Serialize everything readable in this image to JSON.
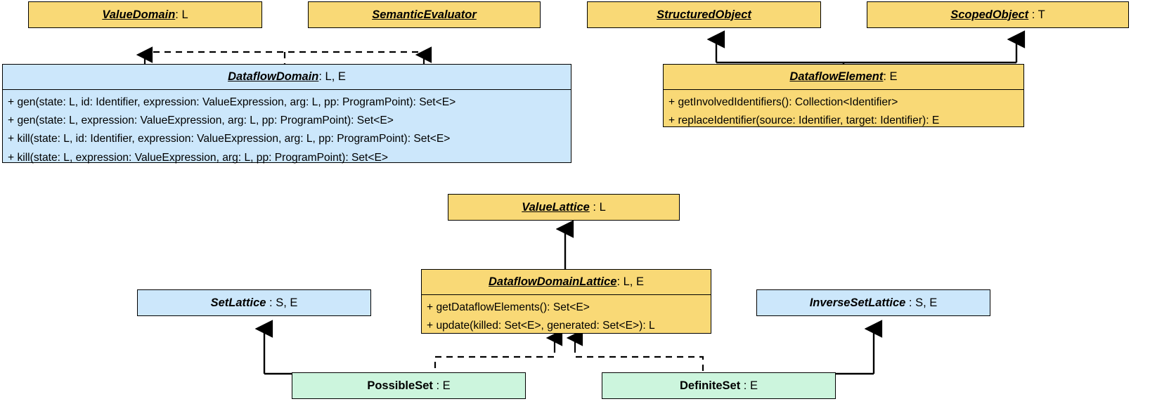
{
  "diagram": {
    "title": "Dataflow analysis UML class diagram",
    "colors": {
      "interface_fill": "#F9D976",
      "abstract_fill": "#CCE7FB",
      "concrete_fill": "#CCF5DD",
      "border": "#000000",
      "background": "#FFFFFF"
    }
  },
  "classes": {
    "value_domain": {
      "name": "ValueDomain",
      "separator": ": ",
      "generics": "L",
      "members": []
    },
    "semantic_evaluator": {
      "name": "SemanticEvaluator",
      "separator": "",
      "generics": "",
      "members": []
    },
    "dataflow_domain": {
      "name": "DataflowDomain",
      "separator": ": ",
      "generics": "L, E",
      "members": [
        "+ gen(state: L, id: Identifier, expression: ValueExpression, arg: L, pp: ProgramPoint): Set<E>",
        "+ gen(state: L, expression: ValueExpression, arg: L, pp: ProgramPoint): Set<E>",
        "+ kill(state: L, id: Identifier, expression: ValueExpression, arg: L, pp: ProgramPoint): Set<E>",
        "+ kill(state: L, expression: ValueExpression, arg: L, pp: ProgramPoint): Set<E>"
      ]
    },
    "structured_object": {
      "name": "StructuredObject",
      "separator": "",
      "generics": "",
      "members": []
    },
    "scoped_object": {
      "name": "ScopedObject",
      "separator": " : ",
      "generics": "T",
      "members": []
    },
    "dataflow_element": {
      "name": "DataflowElement",
      "separator": ": ",
      "generics": "E",
      "members": [
        "+ getInvolvedIdentifiers(): Collection<Identifier>",
        "+ replaceIdentifier(source: Identifier, target: Identifier): E"
      ]
    },
    "value_lattice": {
      "name": "ValueLattice",
      "separator": " : ",
      "generics": "L",
      "members": []
    },
    "dataflow_domain_lattice": {
      "name": "DataflowDomainLattice",
      "separator": ": ",
      "generics": "L, E",
      "members": [
        "+ getDataflowElements(): Set<E>",
        "+ update(killed: Set<E>, generated: Set<E>): L"
      ]
    },
    "set_lattice": {
      "name": "SetLattice",
      "separator": " : ",
      "generics": "S, E",
      "members": []
    },
    "inverse_set_lattice": {
      "name": "InverseSetLattice",
      "separator": " : ",
      "generics": "S, E",
      "members": []
    },
    "possible_set": {
      "name": "PossibleSet",
      "separator": " : ",
      "generics": "E",
      "members": []
    },
    "definite_set": {
      "name": "DefiniteSet",
      "separator": " : ",
      "generics": "E",
      "members": []
    }
  },
  "relationships": [
    {
      "from": "dataflow_domain",
      "to": "value_domain",
      "style": "dashed",
      "arrow": "hollow-filled-triangle"
    },
    {
      "from": "dataflow_domain",
      "to": "semantic_evaluator",
      "style": "dashed",
      "arrow": "hollow-filled-triangle"
    },
    {
      "from": "dataflow_element",
      "to": "structured_object",
      "style": "solid",
      "arrow": "filled-triangle"
    },
    {
      "from": "dataflow_element",
      "to": "scoped_object",
      "style": "solid",
      "arrow": "filled-triangle"
    },
    {
      "from": "dataflow_domain_lattice",
      "to": "value_lattice",
      "style": "solid",
      "arrow": "filled-triangle"
    },
    {
      "from": "possible_set",
      "to": "set_lattice",
      "style": "solid",
      "arrow": "filled-triangle"
    },
    {
      "from": "possible_set",
      "to": "dataflow_domain_lattice",
      "style": "dashed",
      "arrow": "filled-triangle"
    },
    {
      "from": "definite_set",
      "to": "inverse_set_lattice",
      "style": "solid",
      "arrow": "filled-triangle"
    },
    {
      "from": "definite_set",
      "to": "dataflow_domain_lattice",
      "style": "dashed",
      "arrow": "filled-triangle"
    }
  ]
}
